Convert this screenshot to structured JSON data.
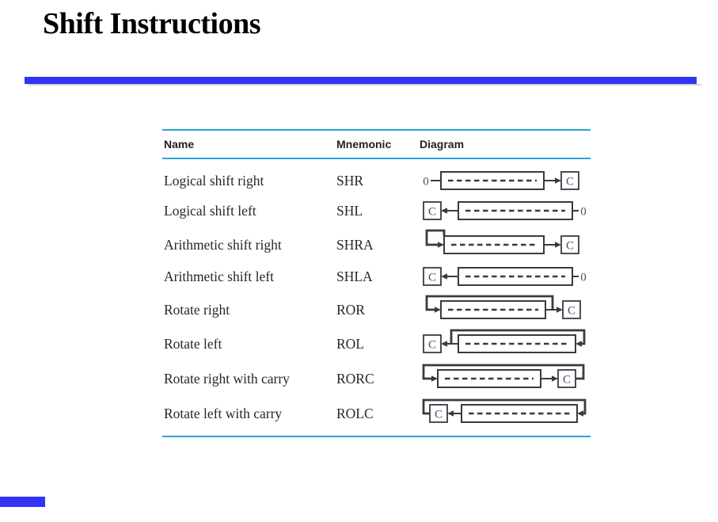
{
  "slide": {
    "title": "Shift Instructions"
  },
  "colors": {
    "accent_bar": "#3333f5",
    "table_rule": "#29a5dc",
    "header_text": "#231f20",
    "body_text": "#26262e",
    "diagram_stroke": "#3a3a40",
    "diagram_label": "#44506b"
  },
  "table": {
    "headers": [
      {
        "label": "Name"
      },
      {
        "label": "Mnemonic"
      },
      {
        "label": "Diagram"
      }
    ],
    "rows": [
      {
        "name": "Logical shift right",
        "mnemonic": "SHR",
        "diagram": "shr"
      },
      {
        "name": "Logical shift left",
        "mnemonic": "SHL",
        "diagram": "shl"
      },
      {
        "name": "Arithmetic shift right",
        "mnemonic": "SHRA",
        "diagram": "shra"
      },
      {
        "name": "Arithmetic shift left",
        "mnemonic": "SHLA",
        "diagram": "shla"
      },
      {
        "name": "Rotate right",
        "mnemonic": "ROR",
        "diagram": "ror"
      },
      {
        "name": "Rotate left",
        "mnemonic": "ROL",
        "diagram": "rol"
      },
      {
        "name": "Rotate right with carry",
        "mnemonic": "RORC",
        "diagram": "rorc"
      },
      {
        "name": "Rotate left with carry",
        "mnemonic": "ROLC",
        "diagram": "rolc"
      }
    ],
    "diagram_labels": {
      "carry": "C",
      "zero": "0"
    }
  }
}
